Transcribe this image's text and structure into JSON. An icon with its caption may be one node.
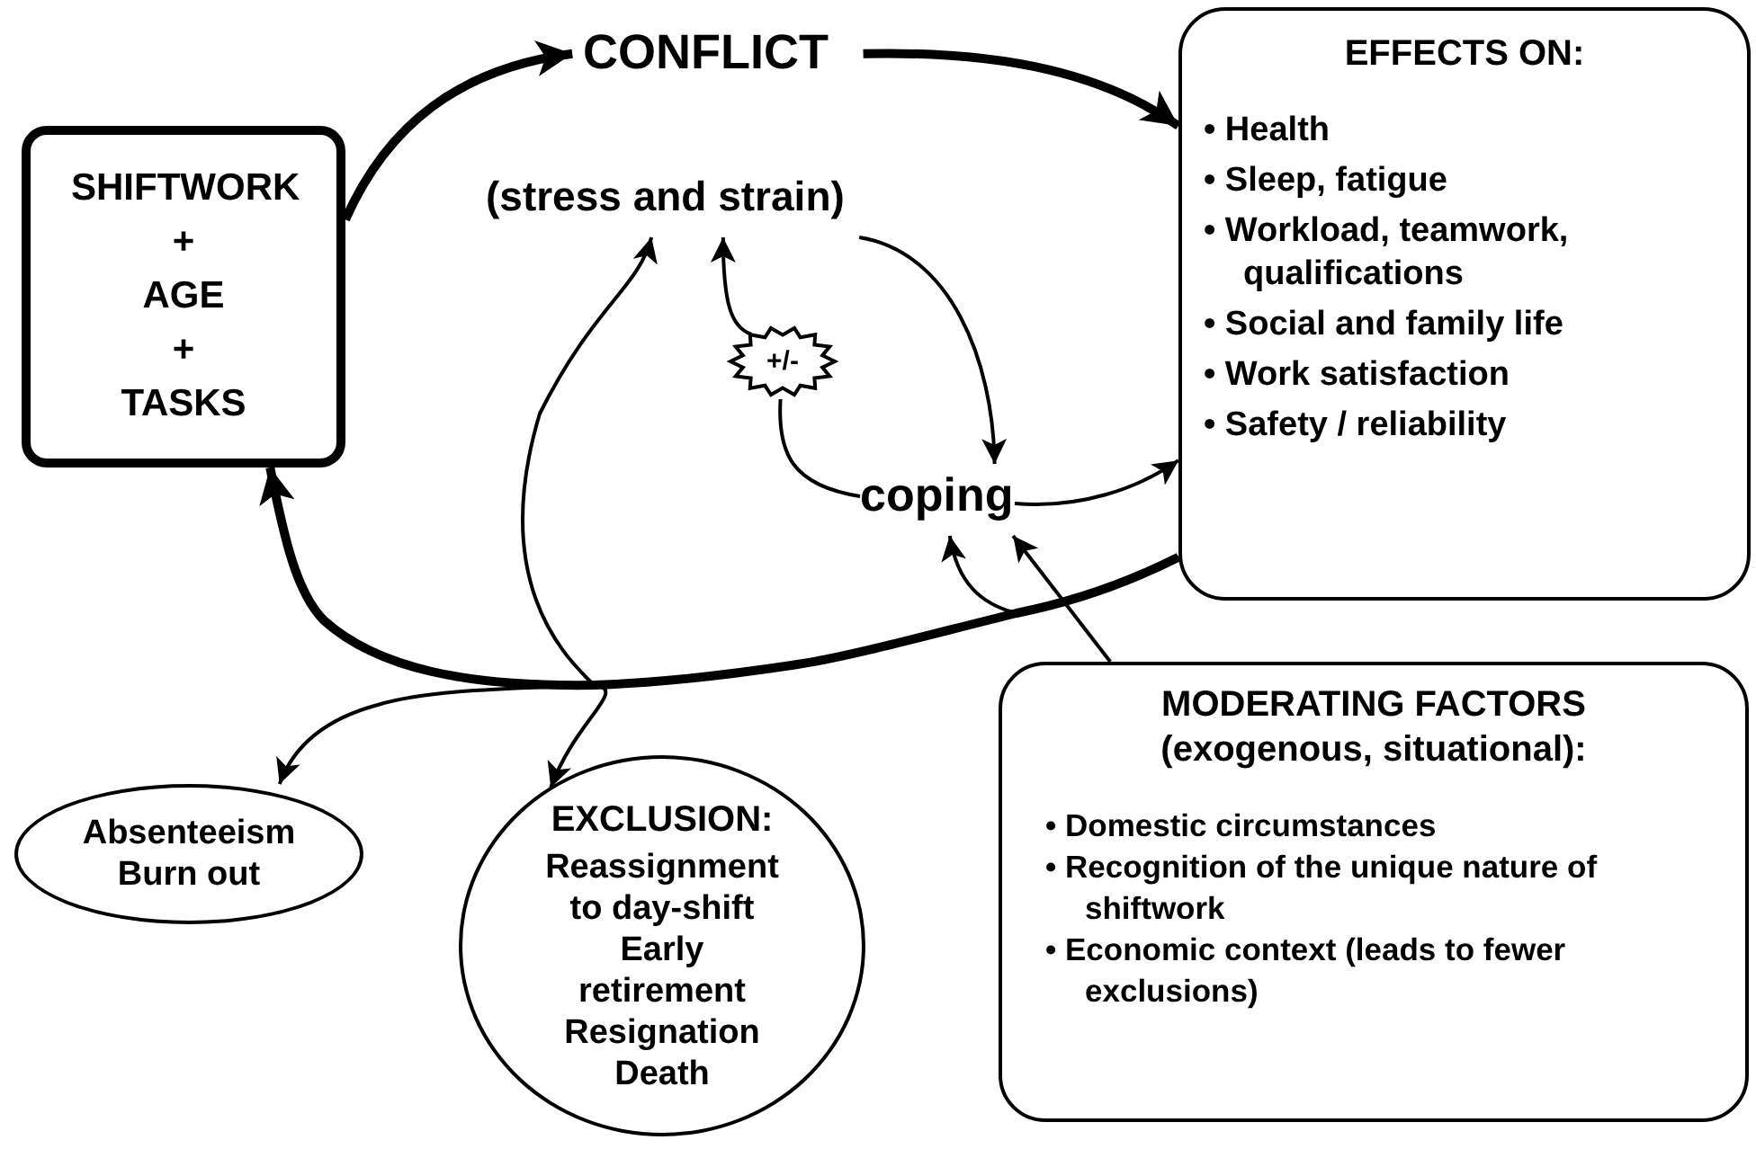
{
  "diagram": {
    "nodes": [
      {
        "text": [
          "SHIFTWORK + AGE + TASKS"
        ]
      },
      {
        "text": [
          "CONFLICT",
          "(stress and strain)"
        ]
      },
      {
        "text": [
          "EFFECTS ON:",
          "• Health",
          "• Sleep, fatigue",
          "• Workload, teamwork, qualifications",
          "• Social and family life",
          "• Work satisfaction",
          "• Safety / reliability"
        ]
      },
      {
        "text": [
          "coping"
        ]
      },
      {
        "text": [
          "+/-"
        ]
      },
      {
        "text": [
          "MODERATING FACTORS (exogenous, situational):",
          "• Domestic circumstances",
          "• Recognition of the unique nature of shiftwork",
          "• Economic context (leads to fewer exclusions)"
        ]
      },
      {
        "text": [
          "Absenteeism Burn out"
        ]
      },
      {
        "text": [
          "EXCLUSION:",
          "Reassignment to day-shift",
          "Early retirement",
          "Resignation",
          "Death"
        ]
      }
    ],
    "edges": [
      {
        "from": 0,
        "to": 1,
        "arrow": "to",
        "style": "thick"
      },
      {
        "from": 1,
        "to": 2,
        "arrow": "to",
        "style": "thick"
      },
      {
        "from": 1,
        "to": 3,
        "arrow": "to"
      },
      {
        "from": 3,
        "to": 2,
        "arrow": "to"
      },
      {
        "from": 3,
        "to": 4,
        "arrow": "none"
      },
      {
        "from": 4,
        "to": 1,
        "arrow": "to"
      },
      {
        "from": 2,
        "to": 0,
        "arrow": "to",
        "style": "thick"
      },
      {
        "from": 2,
        "to": 6,
        "arrow": "to"
      },
      {
        "from": 2,
        "to": 7,
        "arrow": "to"
      },
      {
        "from": 2,
        "to": 1,
        "arrow": "to"
      },
      {
        "from": 2,
        "to": 3,
        "arrow": "to"
      },
      {
        "from": 5,
        "to": 3,
        "arrow": "to"
      }
    ]
  }
}
